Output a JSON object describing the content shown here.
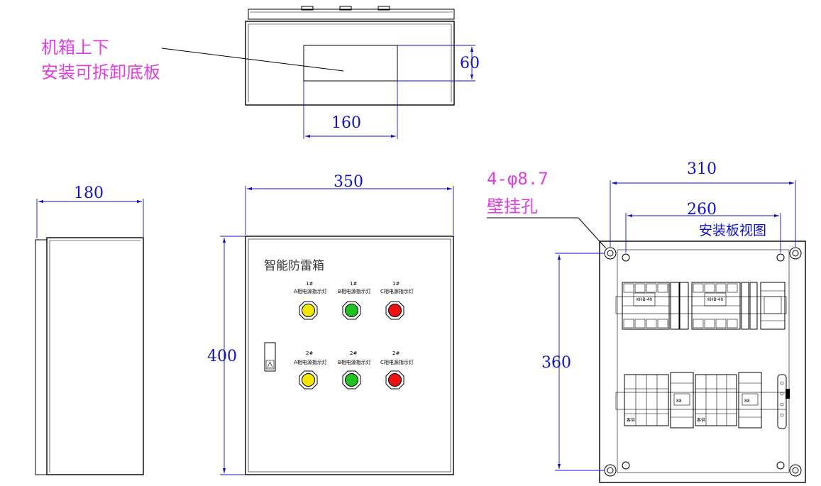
{
  "annotations": {
    "bottom_plate_line1": "机箱上下",
    "bottom_plate_line2": "安装可拆卸底板",
    "hole_spec": "4-φ8.7",
    "hole_label": "壁挂孔",
    "plate_view": "安装板视图"
  },
  "dimensions": {
    "top_height": "60",
    "top_width": "160",
    "side_depth": "180",
    "front_width": "350",
    "front_height": "400",
    "plate_outer_width": "310",
    "plate_inner_width": "260",
    "plate_height": "360"
  },
  "panel": {
    "title": "智能防雷箱",
    "row1": [
      {
        "num": "1#",
        "label": "A相电源指示灯",
        "color": "#f2e600"
      },
      {
        "num": "1#",
        "label": "B相电源指示灯",
        "color": "#1fc21f"
      },
      {
        "num": "1#",
        "label": "C相电源指示灯",
        "color": "#ee1111"
      }
    ],
    "row2": [
      {
        "num": "2#",
        "label": "A相电源指示灯",
        "color": "#f2e600"
      },
      {
        "num": "2#",
        "label": "B相电源指示灯",
        "color": "#1fc21f"
      },
      {
        "num": "2#",
        "label": "C相电源指示灯",
        "color": "#ee1111"
      }
    ]
  },
  "plate": {
    "breaker1": "KHB-40",
    "breaker2": "KHB-40",
    "spd1": "客供",
    "spd2": "客供",
    "counter1": "88",
    "counter2": "88"
  },
  "colors": {
    "dimension": "#1010c8",
    "annotation": "#e040e0"
  }
}
